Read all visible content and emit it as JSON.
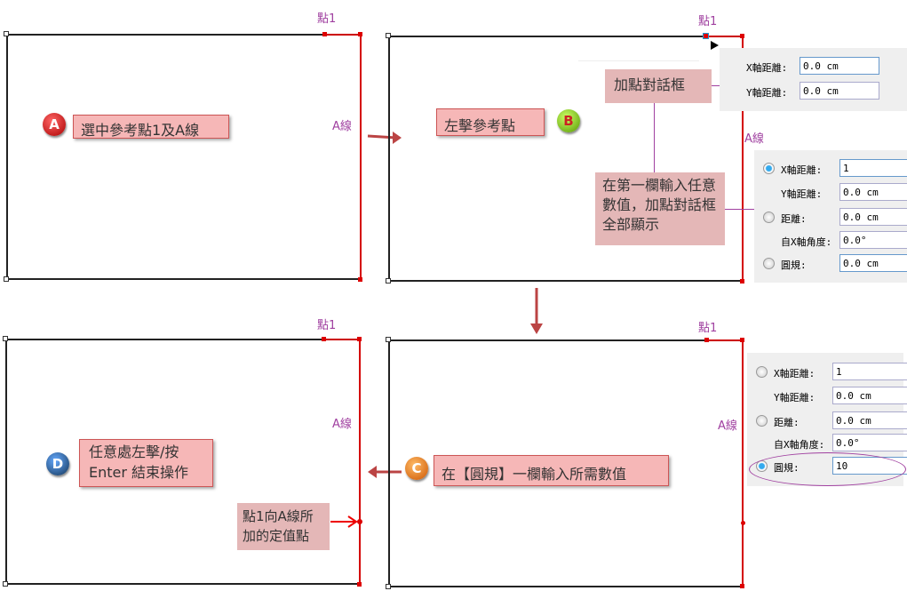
{
  "point_label": "點1",
  "line_label": "A線",
  "steps": {
    "a": {
      "badge": "A",
      "text": "選中參考點1及A線"
    },
    "b": {
      "badge": "B",
      "text": "左擊參考點"
    },
    "c": {
      "badge": "C",
      "text": "在【圓規】一欄輸入所需數值"
    },
    "d": {
      "badge": "D",
      "text": "任意處左擊/按 Enter 結束操作"
    }
  },
  "notes": {
    "add_point_dialog": "加點對話框",
    "enter_first": "在第一欄輸入任意數值，加點對話框全部顯示",
    "fixed_point": "點1向A線所加的定值點"
  },
  "dialog_small": {
    "rows": [
      {
        "label": "X軸距離:",
        "value": "0.0 cm"
      },
      {
        "label": "Y軸距離:",
        "value": "0.0 cm"
      }
    ]
  },
  "dialog_full": {
    "rows": [
      {
        "label": "X軸距離:",
        "value": "1",
        "radio": true,
        "checked": true
      },
      {
        "label": "Y軸距離:",
        "value": "0.0 cm"
      },
      {
        "label": "距離:",
        "value": "0.0 cm",
        "radio": true
      },
      {
        "label": "自X軸角度:",
        "value": "0.0°"
      },
      {
        "label": "圓規:",
        "value": "0.0 cm",
        "radio": true
      }
    ]
  },
  "dialog_compass": {
    "rows": [
      {
        "label": "X軸距離:",
        "value": "1",
        "radio": true
      },
      {
        "label": "Y軸距離:",
        "value": "0.0 cm"
      },
      {
        "label": "距離:",
        "value": "0.0 cm",
        "radio": true
      },
      {
        "label": "自X軸角度:",
        "value": "0.0°"
      },
      {
        "label": "圓規:",
        "value": "10",
        "radio": true,
        "checked": true
      }
    ]
  }
}
